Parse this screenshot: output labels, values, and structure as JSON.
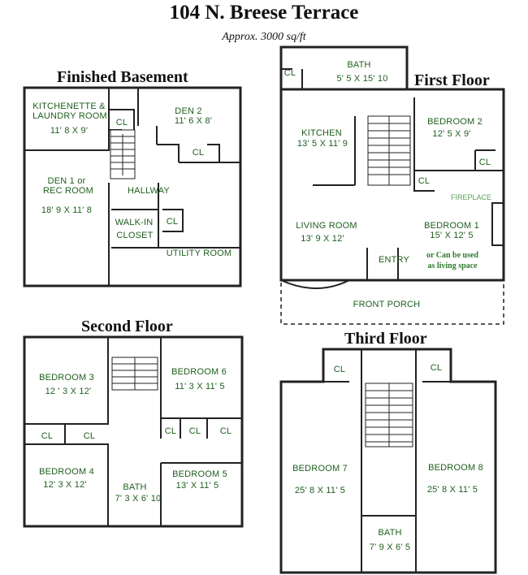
{
  "title": "104 N. Breese Terrace",
  "subtitle": "Approx. 3000 sq/ft",
  "floors": {
    "basement": {
      "title": "Finished Basement",
      "kitchenette_name": "KITCHENETTE &",
      "kitchenette_name2": "LAUNDRY ROOM",
      "kitchenette_size": "11' 8 X 9'",
      "cl1": "CL",
      "den2_name": "DEN 2",
      "den2_size": "11' 6 X 8'",
      "cl2": "CL",
      "den1_name": "DEN 1 or",
      "den1_name2": "REC ROOM",
      "den1_size": "18' 9 X 11' 8",
      "hallway": "HALLWAY",
      "walkin1": "WALK-IN",
      "walkin2": "CLOSET",
      "cl3": "CL",
      "utility": "UTILITY ROOM"
    },
    "first": {
      "title": "First Floor",
      "bath_name": "BATH",
      "bath_size": "5' 5 X 15' 10",
      "cl1": "CL",
      "kitchen_name": "KITCHEN",
      "kitchen_size": "13' 5 X 11' 9",
      "bedroom2_name": "BEDROOM 2",
      "bedroom2_size": "12' 5 X 9'",
      "cl2": "CL",
      "cl3": "CL",
      "fireplace": "FIREPLACE",
      "living_name": "LIVING ROOM",
      "living_size": "13' 9 X 12'",
      "bedroom1_name": "BEDROOM 1",
      "bedroom1_size": "15' X 12' 5",
      "bedroom1_note1": "or Can be used",
      "bedroom1_note2": "as living space",
      "entry": "ENTRY",
      "porch": "FRONT PORCH"
    },
    "second": {
      "title": "Second Floor",
      "bedroom3_name": "BEDROOM 3",
      "bedroom3_size": "12 ' 3 X 12'",
      "cl1": "CL",
      "cl2": "CL",
      "bedroom4_name": "BEDROOM 4",
      "bedroom4_size": "12' 3 X 12'",
      "bath_name": "BATH",
      "bath_size": "7' 3 X 6' 10",
      "bedroom6_name": "BEDROOM 6",
      "bedroom6_size": "11' 3 X 11' 5",
      "cl3": "CL",
      "cl4": "CL",
      "cl5": "CL",
      "bedroom5_name": "BEDROOM 5",
      "bedroom5_size": "13' X 11' 5"
    },
    "third": {
      "title": "Third Floor",
      "cl1": "CL",
      "cl2": "CL",
      "bedroom7_name": "BEDROOM 7",
      "bedroom7_size": "25' 8 X 11' 5",
      "bedroom8_name": "BEDROOM 8",
      "bedroom8_size": "25' 8 X 11' 5",
      "bath_name": "BATH",
      "bath_size": "7' 9 X 6' 5"
    }
  }
}
